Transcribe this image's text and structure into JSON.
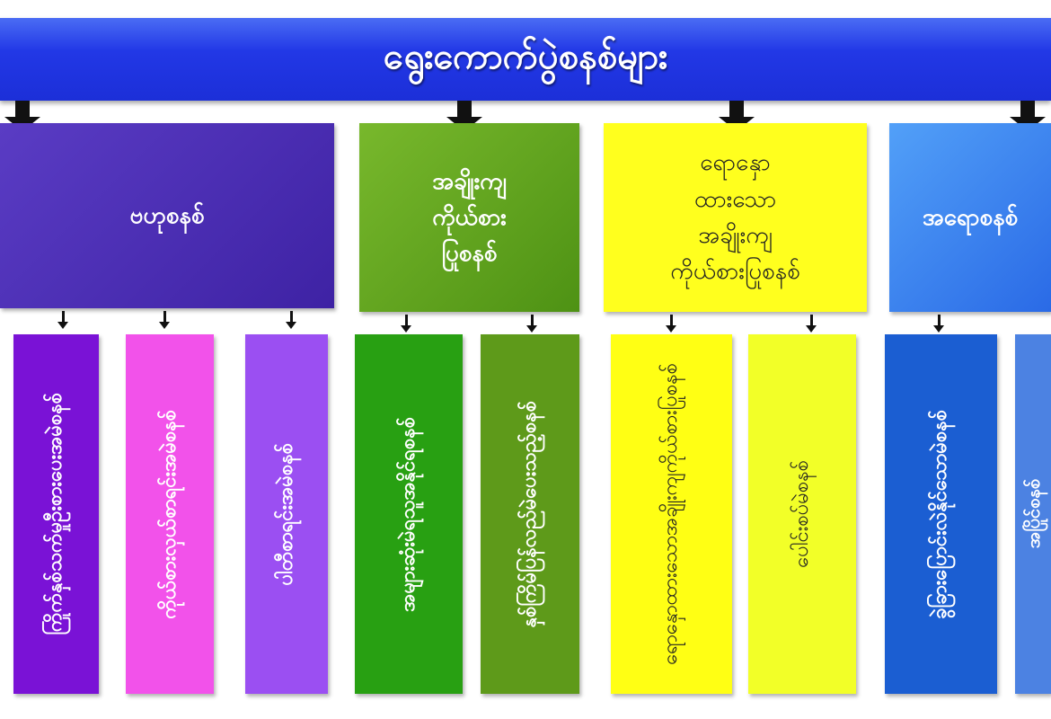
{
  "title": "ရွေးကောက်ပွဲစနစ်များ",
  "categories": [
    {
      "label": "ဗဟုစနစ်",
      "color": "#4b2db4"
    },
    {
      "label": "အချိုးကျ\nကိုယ်စား\nပြုစနစ်",
      "color": "#66a822"
    },
    {
      "label": "ရောနှော\nထားသော\nအချိုးကျ\nကိုယ်စားပြုစနစ်",
      "color": "#ffff1e"
    },
    {
      "label": "အရောစနစ်",
      "color": "#3a84f2"
    }
  ],
  "subtypes": [
    {
      "label": "ကြိုက်နှစ်သက်မှုဦးစားပေးအမဲစနစ်",
      "color": "#7a12d6"
    },
    {
      "label": "ကိုယ်စားလှယ်စာရင်းအမဲစနစ်",
      "color": "#f252ea"
    },
    {
      "label": "ပါတီစာရင်းအမဲစနစ်",
      "color": "#9b4ff2"
    },
    {
      "label": "အများဆုံးမဲရသူအနိုင်ရစနစ်",
      "color": "#28a012"
    },
    {
      "label": "နှစ်ကြိမ်ပြန်လည်မဲပေးသည့်စနစ်",
      "color": "#5e9a1a"
    },
    {
      "label": "ရောနှောထားသောအချိုးကျကိုယ်စားပြုစနစ်",
      "color": "#ffff14"
    },
    {
      "label": "ပေါင်းစပ်မဲစနစ်",
      "color": "#f2ff28"
    },
    {
      "label": "ခွဲခြားပြောင်းလဲနိုင်သောမဲစနစ်",
      "color": "#1b5ed2"
    },
    {
      "label": "အပြိုင်စနစ်",
      "color": "#4c82e2"
    }
  ]
}
